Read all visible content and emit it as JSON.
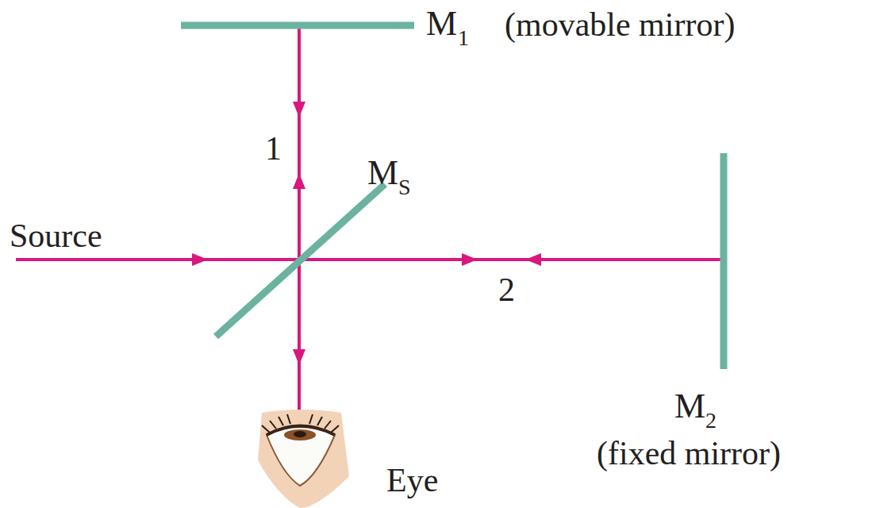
{
  "diagram": {
    "labels": [
      "M",
      "1",
      "(movable mirror)",
      "1",
      "M",
      "S",
      "Source",
      "2",
      "M",
      "2",
      "(fixed mirror)",
      "Eye"
    ]
  }
}
